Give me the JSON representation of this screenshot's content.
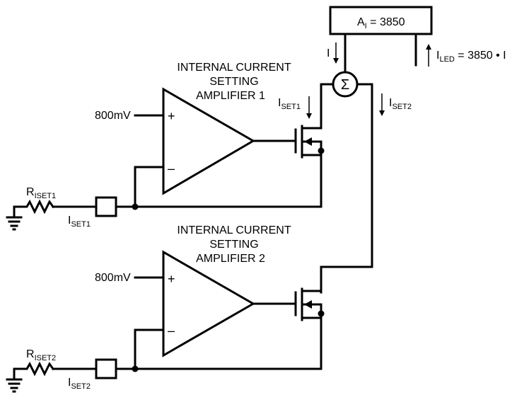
{
  "gain_block": {
    "label_main": "A",
    "label_sub": "I",
    "label_value": " = 3850"
  },
  "sum_symbol": "Σ",
  "current_i": "I",
  "output_current": {
    "main": "I",
    "sub": "LED",
    "value": " = 3850 • I"
  },
  "amp1": {
    "title_line1": "INTERNAL CURRENT",
    "title_line2": "SETTING",
    "title_line3": "AMPLIFIER 1",
    "ref_voltage": "800mV",
    "plus": "+",
    "minus": "–",
    "iset_label_main": "I",
    "iset_label_sub": "SET1",
    "r_label_main": "R",
    "r_label_sub": "ISET1",
    "pin_label_main": "I",
    "pin_label_sub": "SET1"
  },
  "amp2": {
    "title_line1": "INTERNAL CURRENT",
    "title_line2": "SETTING",
    "title_line3": "AMPLIFIER 2",
    "ref_voltage": "800mV",
    "plus": "+",
    "minus": "–",
    "iset_label_main": "I",
    "iset_label_sub": "SET2",
    "r_label_main": "R",
    "r_label_sub": "ISET2",
    "pin_label_main": "I",
    "pin_label_sub": "SET2"
  }
}
